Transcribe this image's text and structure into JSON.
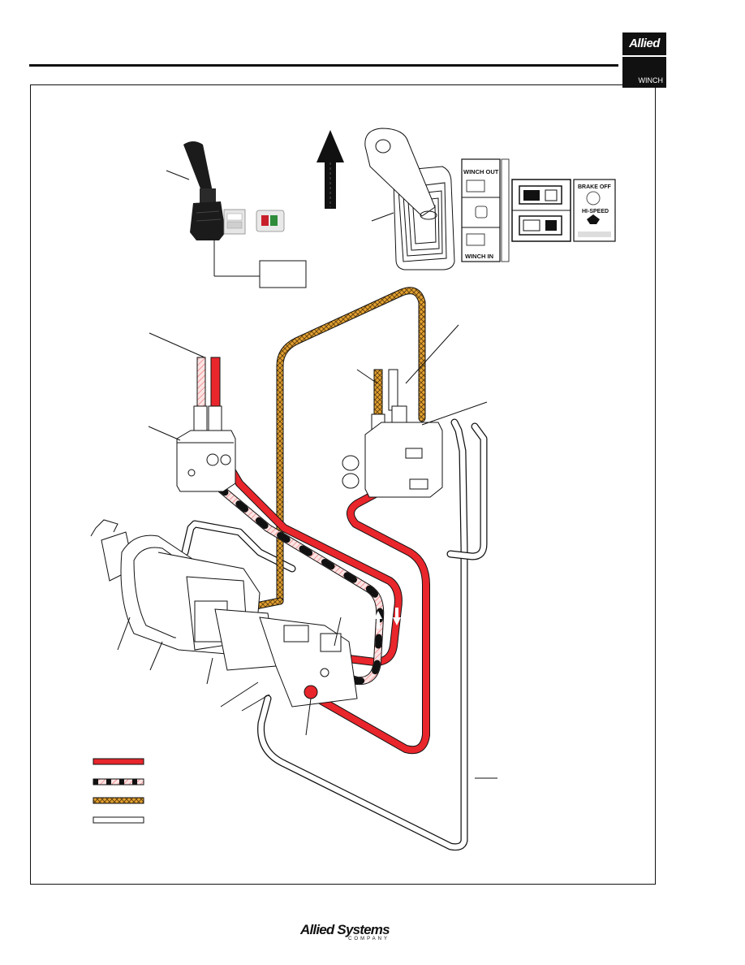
{
  "header": {
    "logo_brand": "Allied",
    "logo_sub": "WINCH"
  },
  "control_panel": {
    "winch_out_label": "WINCH OUT",
    "winch_in_label": "WINCH IN",
    "brake_off_label": "BRAKE OFF",
    "hi_speed_label": "HI-SPEED"
  },
  "legend": {
    "items": [
      {
        "pattern": "solid-red"
      },
      {
        "pattern": "red-black-dashed"
      },
      {
        "pattern": "yellow-crosshatch"
      },
      {
        "pattern": "white"
      }
    ]
  },
  "colors": {
    "pressure_red": "#e8262c",
    "pilot_yellow": "#e2a12f",
    "return_pink": "#f6c5c5",
    "outline": "#111111"
  },
  "footer": {
    "logo_name": "Allied Systems",
    "logo_sub": "COMPANY"
  }
}
